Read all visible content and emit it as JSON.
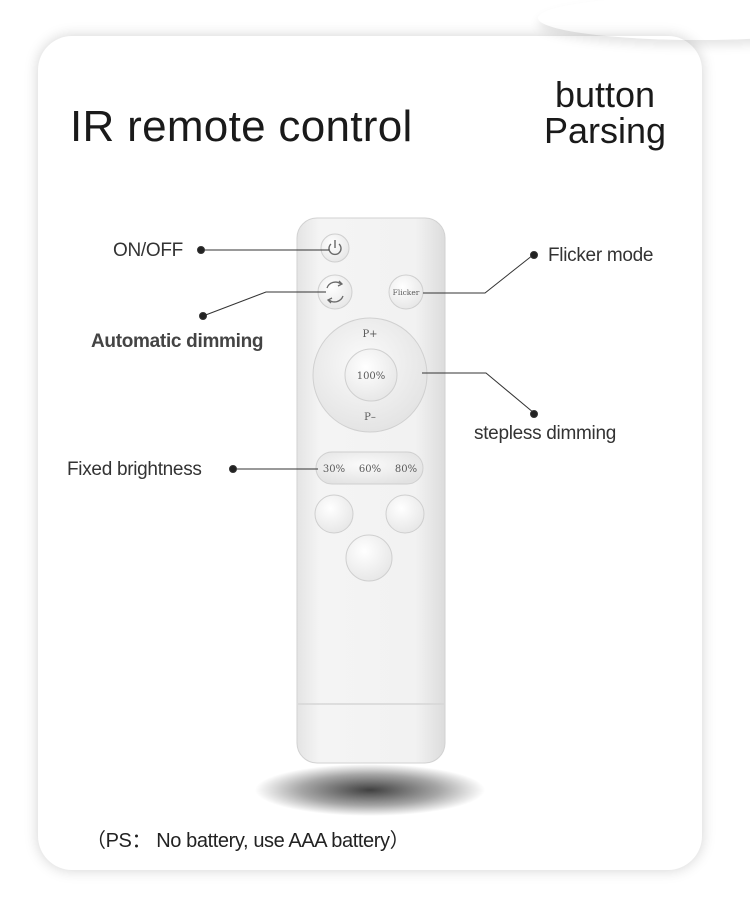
{
  "title": "IR remote control",
  "subtitle": {
    "line1": "button",
    "line2": "Parsing"
  },
  "labels": {
    "on_off": "ON/OFF",
    "flicker_mode": "Flicker mode",
    "automatic_dimming": "Automatic dimming",
    "stepless_dimming": "stepless dimming",
    "fixed_brightness": "Fixed brightness"
  },
  "remote": {
    "flicker_button": "Flicker",
    "dial_up": "P+",
    "dial_center": "100%",
    "dial_down": "P–",
    "preset_30": "30%",
    "preset_60": "60%",
    "preset_80": "80%"
  },
  "footer": "（PS： No battery, use AAA battery）"
}
